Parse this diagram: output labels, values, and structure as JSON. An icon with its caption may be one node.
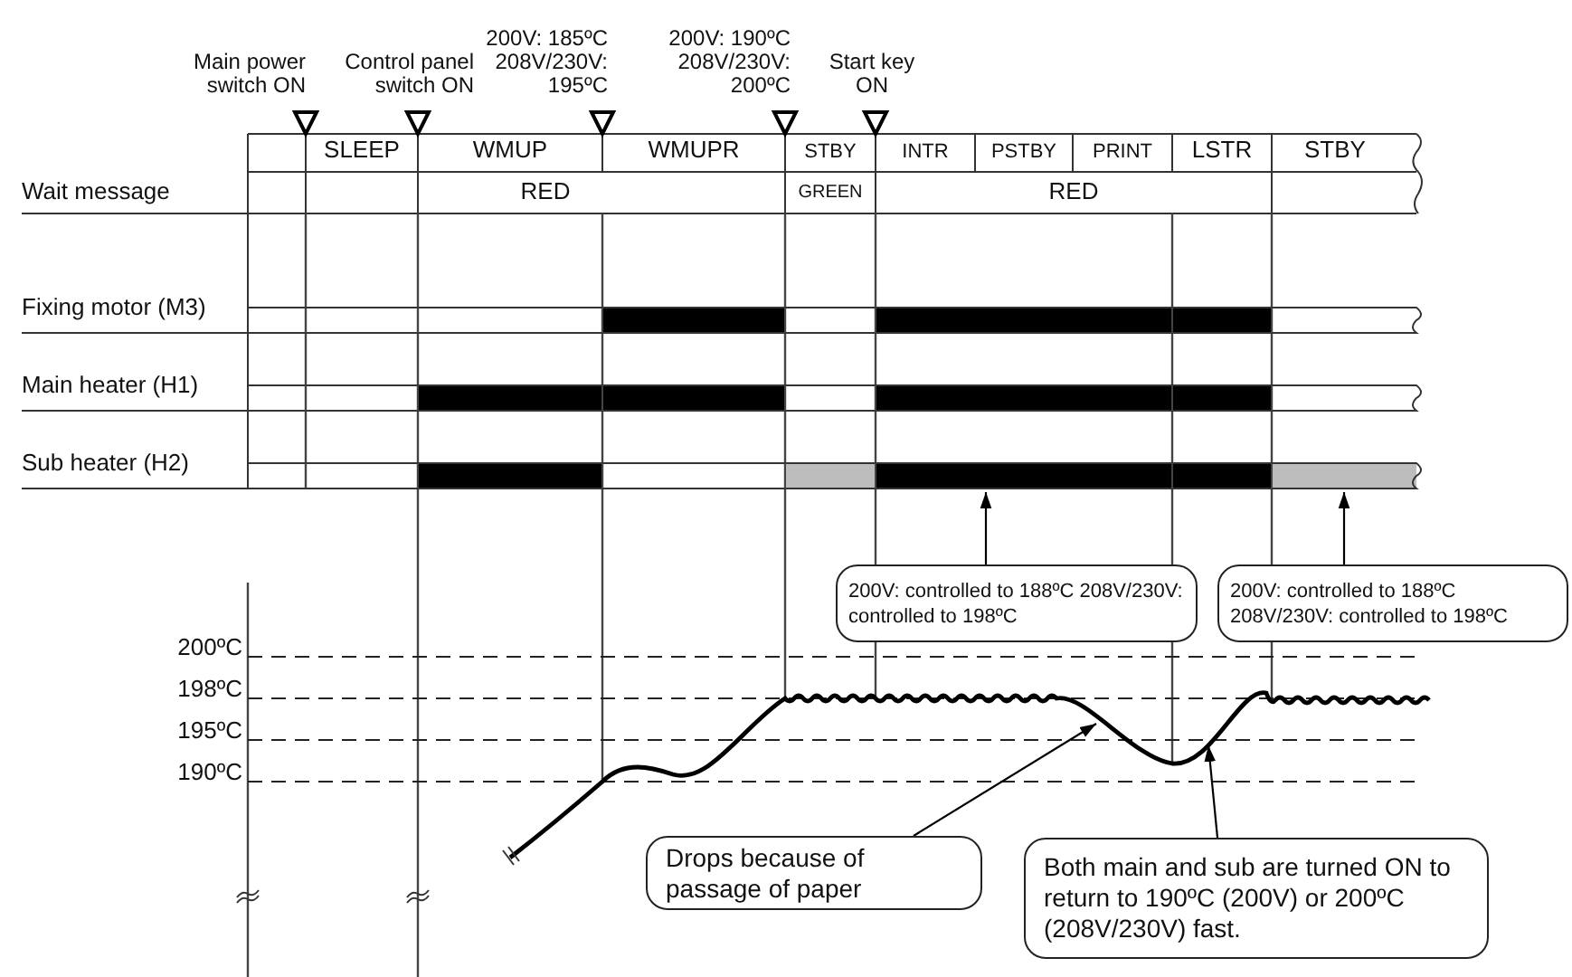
{
  "diagram": {
    "nodes": [
      {
        "text": [
          "200V: controlled to 188ºC 208V/230V: controlled to 198ºC"
        ]
      },
      {
        "text": [
          "200V: controlled to 188ºC 208V/230V: controlled to 198ºC"
        ]
      },
      {
        "text": [
          "Drops because of passage of paper"
        ]
      },
      {
        "text": [
          "Both main and sub are turned ON to return to 190ºC (200V) or 200ºC (208V/230V) fast."
        ]
      }
    ],
    "edges": [
      {
        "from": 0,
        "to": null,
        "arrow": "to"
      },
      {
        "from": 1,
        "to": null,
        "arrow": "to"
      },
      {
        "from": 2,
        "to": null,
        "arrow": "to"
      },
      {
        "from": 3,
        "to": null,
        "arrow": "to"
      }
    ],
    "labels": [
      "Main power switch ON",
      "Control panel switch ON",
      "200V: 185ºC 208V/230V: 195ºC",
      "200V: 190ºC 208V/230V: 200ºC",
      "Start key ON",
      "SLEEP",
      "WMUP",
      "WMUPR",
      "STBY",
      "INTR",
      "PSTBY",
      "PRINT",
      "LSTR",
      "STBY",
      "Wait message",
      "RED",
      "GREEN",
      "RED",
      "Fixing motor (M3)",
      "Main heater (H1)",
      "Sub heater (H2)",
      "200ºC",
      "198ºC",
      "195ºC",
      "190ºC"
    ]
  }
}
